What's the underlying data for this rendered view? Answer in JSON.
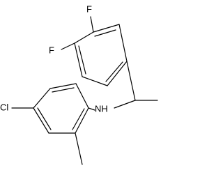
{
  "molecule": {
    "atoms": {
      "f1": {
        "symbol": "F"
      },
      "f2": {
        "symbol": "F"
      },
      "nh": {
        "symbol": "NH"
      },
      "cl": {
        "symbol": "Cl"
      }
    }
  }
}
